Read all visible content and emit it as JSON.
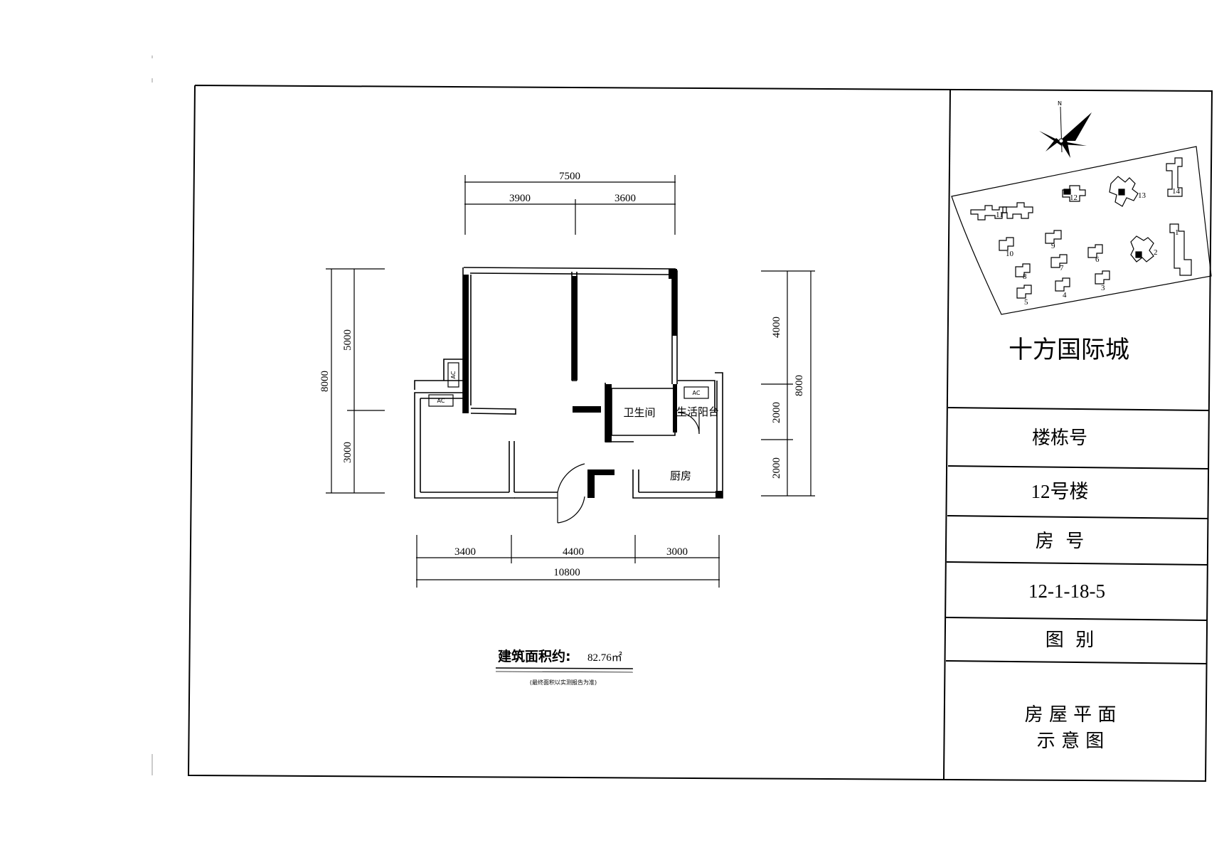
{
  "plan": {
    "top_total": "7500",
    "top_left": "3900",
    "top_right": "3600",
    "left_total": "8000",
    "left_upper": "5000",
    "left_lower": "3000",
    "right_total": "8000",
    "right_upper": "4000",
    "right_mid": "2000",
    "right_lower": "2000",
    "bottom_left": "3400",
    "bottom_mid": "4400",
    "bottom_right": "3000",
    "bottom_total": "10800",
    "rooms": {
      "bathroom": "卫生间",
      "balcony": "生活阳台",
      "kitchen": "厨房"
    },
    "ac_label": "AC"
  },
  "area": {
    "label": "建筑面积约:",
    "value": "82.76㎡",
    "note": "(最终面积以实测报告为准)"
  },
  "sidebar": {
    "compass_label": "N",
    "project_name": "十方国际城",
    "building_label": "楼栋号",
    "building_value": "12号楼",
    "room_label": "房  号",
    "room_value": "12-1-18-5",
    "type_label": "图  别",
    "type_value_line1": "房 屋 平 面",
    "type_value_line2": "示 意 图"
  },
  "site_map": {
    "buildings": [
      "11",
      "12",
      "13",
      "14",
      "10",
      "9",
      "8",
      "7",
      "6",
      "2",
      "5",
      "4",
      "3",
      "1"
    ]
  }
}
